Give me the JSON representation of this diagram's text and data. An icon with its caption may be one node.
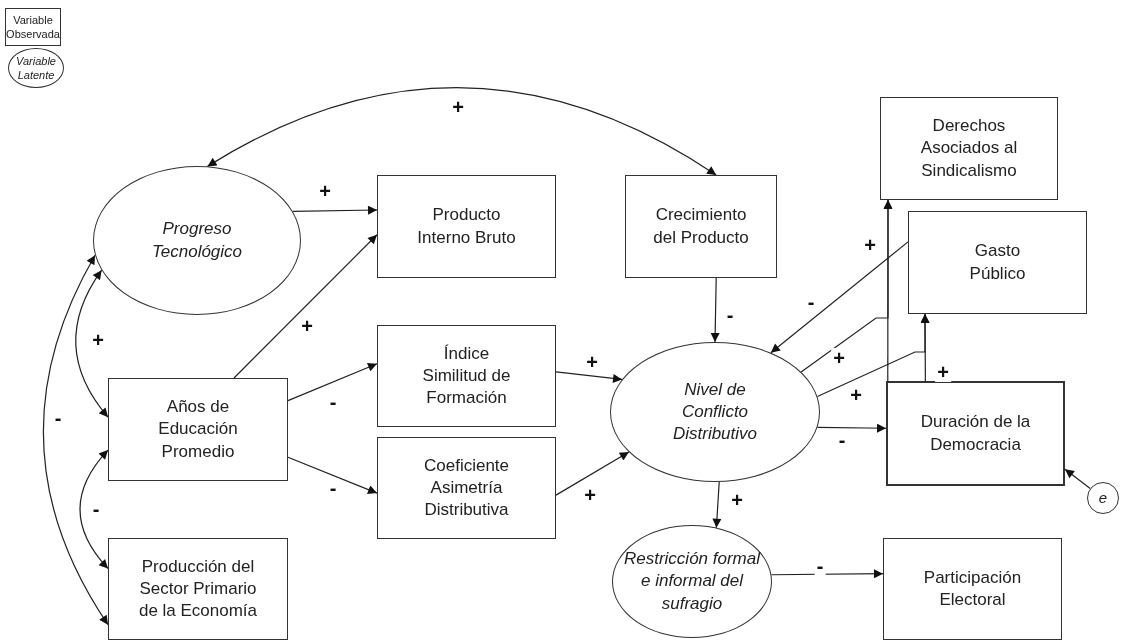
{
  "diagram": {
    "nodes": [
      {
        "text": [
          "Variable Observada"
        ]
      },
      {
        "text": [
          "Variable Latente"
        ]
      },
      {
        "text": [
          "Progreso Tecnológico"
        ]
      },
      {
        "text": [
          "Producto Interno Bruto"
        ]
      },
      {
        "text": [
          "Crecimiento del Producto"
        ]
      },
      {
        "text": [
          "Derechos Asociados al Sindicalismo"
        ]
      },
      {
        "text": [
          "Gasto Público"
        ]
      },
      {
        "text": [
          "Años de Educación Promedio"
        ]
      },
      {
        "text": [
          "Índice Similitud de Formación"
        ]
      },
      {
        "text": [
          "Nivel de Conflicto Distributivo"
        ]
      },
      {
        "text": [
          "Duración de la Democracia"
        ]
      },
      {
        "text": [
          "Coeficiente Asimetría Distributiva"
        ]
      },
      {
        "text": [
          "Producción del Sector Primario de la Economía"
        ]
      },
      {
        "text": [
          "Restricción formal e informal del sufragio"
        ]
      },
      {
        "text": [
          "Participación Electoral"
        ]
      },
      {
        "text": [
          "e"
        ]
      }
    ],
    "edges": [
      {
        "from": 2,
        "to": 4,
        "arrow": "both",
        "label": "+"
      },
      {
        "from": 2,
        "to": 3,
        "arrow": "to",
        "label": "+"
      },
      {
        "from": 7,
        "to": 3,
        "arrow": "to",
        "label": "+"
      },
      {
        "from": 2,
        "to": 7,
        "arrow": "both",
        "label": "+"
      },
      {
        "from": 2,
        "to": 12,
        "arrow": "both",
        "label": "-"
      },
      {
        "from": 7,
        "to": 12,
        "arrow": "both",
        "label": "-"
      },
      {
        "from": 7,
        "to": 8,
        "arrow": "to",
        "label": "-"
      },
      {
        "from": 7,
        "to": 11,
        "arrow": "to",
        "label": "-"
      },
      {
        "from": 8,
        "to": 9,
        "arrow": "to",
        "label": "+"
      },
      {
        "from": 11,
        "to": 9,
        "arrow": "to",
        "label": "+"
      },
      {
        "from": 4,
        "to": 9,
        "arrow": "to",
        "label": "-"
      },
      {
        "from": 6,
        "to": 9,
        "arrow": "to",
        "label": "-"
      },
      {
        "from": 9,
        "to": 5,
        "arrow": "to",
        "label": "+"
      },
      {
        "from": 9,
        "to": 6,
        "arrow": "to",
        "label": "+"
      },
      {
        "from": 10,
        "to": 5,
        "arrow": "to",
        "label": "+"
      },
      {
        "from": 10,
        "to": 6,
        "arrow": "to",
        "label": "+"
      },
      {
        "from": 9,
        "to": 10,
        "arrow": "to",
        "label": "-"
      },
      {
        "from": 9,
        "to": 13,
        "arrow": "to",
        "label": "+"
      },
      {
        "from": 13,
        "to": 14,
        "arrow": "to",
        "label": "-"
      },
      {
        "from": 15,
        "to": 10,
        "arrow": "to"
      }
    ]
  }
}
